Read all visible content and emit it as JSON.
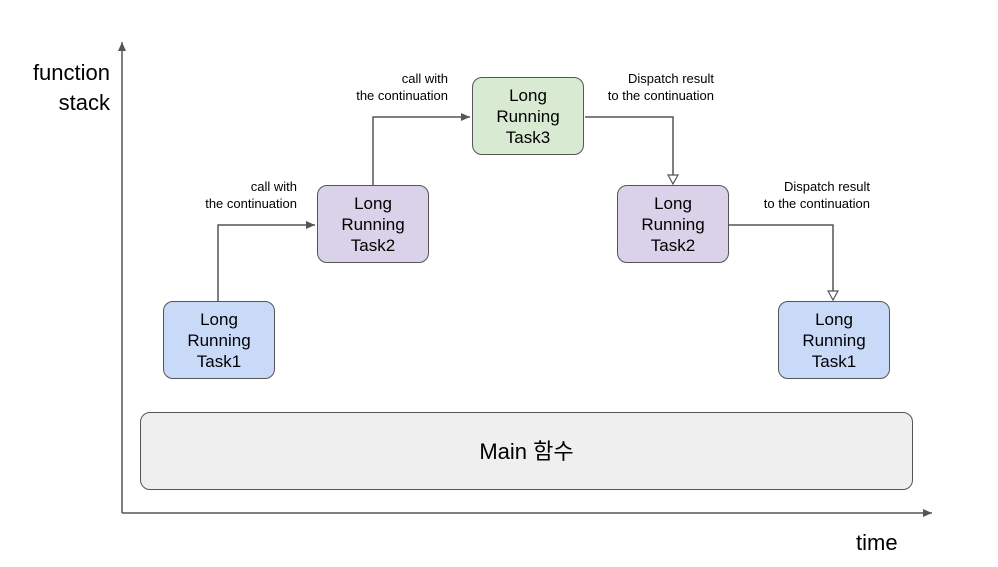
{
  "axes": {
    "y_label_lines": [
      "function",
      "stack"
    ],
    "x_label": "time"
  },
  "nodes": {
    "task1_left": [
      "Long",
      "Running",
      "Task1"
    ],
    "task2_left": [
      "Long",
      "Running",
      "Task2"
    ],
    "task3": [
      "Long",
      "Running",
      "Task3"
    ],
    "task2_right": [
      "Long",
      "Running",
      "Task2"
    ],
    "task1_right": [
      "Long",
      "Running",
      "Task1"
    ],
    "main": "Main 함수"
  },
  "notes": {
    "call_1": [
      "call with",
      "the continuation"
    ],
    "call_2": [
      "call with",
      "the continuation"
    ],
    "dispatch_1": [
      "Dispatch result",
      "to the continuation"
    ],
    "dispatch_2": [
      "Dispatch result",
      "to the continuation"
    ]
  },
  "colors": {
    "task1": "#c9daf8",
    "task2": "#d9d2e9",
    "task3": "#d9ead3",
    "main": "#efefef",
    "line": "#555555"
  }
}
